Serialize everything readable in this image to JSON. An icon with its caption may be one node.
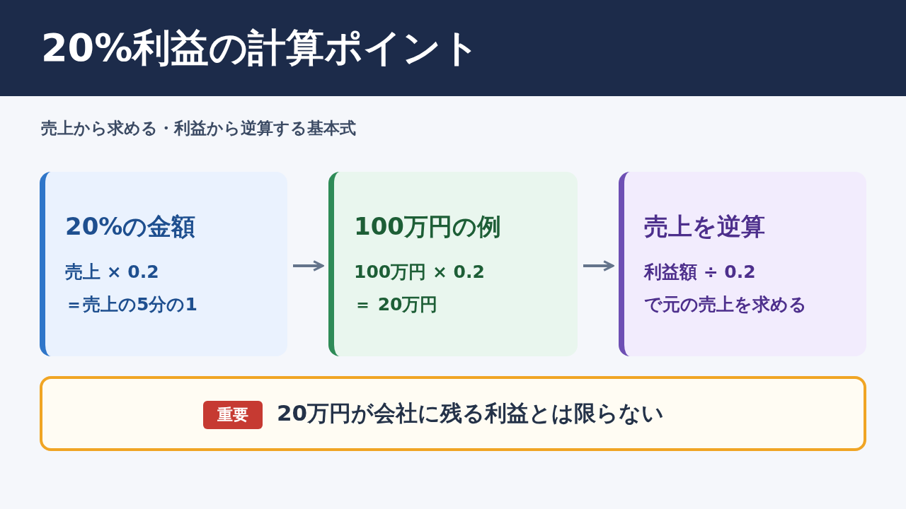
{
  "diagram": {
    "title": "20%利益の計算ポイント",
    "nodes": [
      {
        "text": [
          "20%の金額",
          "売上 × 0.2",
          "＝売上の5分の1"
        ]
      },
      {
        "text": [
          "100万円の例",
          "100万円 × 0.2",
          "＝ 20万円"
        ]
      },
      {
        "text": [
          "売上を逆算",
          "利益額 ÷ 0.2",
          "で元の売上を求める"
        ]
      },
      {
        "text": [
          "20万円が会社に残る利益とは限らない"
        ]
      },
      {
        "text": [
          "重要"
        ],
        "in": 3
      }
    ],
    "edges": [
      {
        "from": 0,
        "to": 1,
        "arrow": "to"
      },
      {
        "from": 1,
        "to": 2,
        "arrow": "to"
      }
    ],
    "labels": [
      "売上から求める・利益から逆算する基本式"
    ]
  }
}
